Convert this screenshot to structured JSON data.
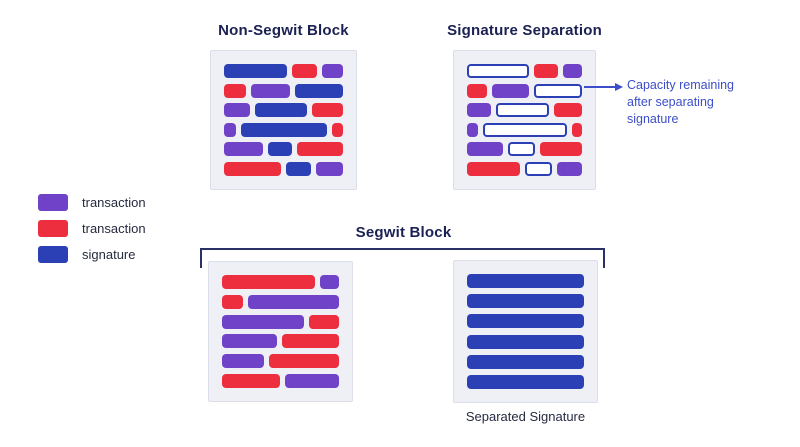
{
  "palette": {
    "purple": "#7042C8",
    "red": "#ED2E3F",
    "blue": "#2C40B6",
    "box_bg": "#EEF0F6",
    "box_border": "#DCDEEA",
    "title_navy": "#1B2153",
    "text_dark": "#262B40",
    "annotation_blue": "#3C4EC9",
    "bracket": "#2A3166"
  },
  "legend": {
    "items": [
      {
        "label": "transaction",
        "color": "purple"
      },
      {
        "label": "transaction",
        "color": "red"
      },
      {
        "label": "signature",
        "color": "blue"
      }
    ]
  },
  "diagrams": {
    "non_segwit": {
      "title": "Non-Segwit Block",
      "rows": [
        [
          {
            "c": "blue",
            "f": 3.0
          },
          {
            "c": "red",
            "f": 1.2
          },
          {
            "c": "purple",
            "f": 1.0
          }
        ],
        [
          {
            "c": "red",
            "f": 1.0
          },
          {
            "c": "purple",
            "f": 1.8
          },
          {
            "c": "blue",
            "f": 2.2
          }
        ],
        [
          {
            "c": "purple",
            "f": 1.2
          },
          {
            "c": "blue",
            "f": 2.4
          },
          {
            "c": "red",
            "f": 1.4
          }
        ],
        [
          {
            "c": "purple",
            "f": 0.55
          },
          {
            "c": "blue",
            "f": 4.0
          },
          {
            "c": "red",
            "f": 0.5
          }
        ],
        [
          {
            "c": "purple",
            "f": 1.8
          },
          {
            "c": "blue",
            "f": 1.1
          },
          {
            "c": "red",
            "f": 2.1
          }
        ],
        [
          {
            "c": "red",
            "f": 2.6
          },
          {
            "c": "blue",
            "f": 1.15
          },
          {
            "c": "purple",
            "f": 1.25
          }
        ]
      ]
    },
    "signature_separation": {
      "title": "Signature Separation",
      "annotation": "Capacity remaining after separating signature",
      "annotation_lines": [
        "Capacity remaining",
        "after separating",
        "signature"
      ],
      "rows": [
        [
          {
            "c": "outline",
            "f": 3.0
          },
          {
            "c": "red",
            "f": 1.2
          },
          {
            "c": "purple",
            "f": 1.0
          }
        ],
        [
          {
            "c": "red",
            "f": 1.0
          },
          {
            "c": "purple",
            "f": 1.8
          },
          {
            "c": "outline",
            "f": 2.2
          }
        ],
        [
          {
            "c": "purple",
            "f": 1.2
          },
          {
            "c": "outline",
            "f": 2.4
          },
          {
            "c": "red",
            "f": 1.4
          }
        ],
        [
          {
            "c": "purple",
            "f": 0.55
          },
          {
            "c": "outline",
            "f": 4.0
          },
          {
            "c": "red",
            "f": 0.5
          }
        ],
        [
          {
            "c": "purple",
            "f": 1.8
          },
          {
            "c": "outline",
            "f": 1.1
          },
          {
            "c": "red",
            "f": 2.1
          }
        ],
        [
          {
            "c": "red",
            "f": 2.6
          },
          {
            "c": "outline",
            "f": 1.15
          },
          {
            "c": "purple",
            "f": 1.25
          }
        ]
      ]
    },
    "segwit": {
      "title": "Segwit Block",
      "transactions_rows": [
        [
          {
            "c": "red",
            "f": 4.0
          },
          {
            "c": "purple",
            "f": 0.8
          }
        ],
        [
          {
            "c": "red",
            "f": 0.9
          },
          {
            "c": "purple",
            "f": 4.0
          }
        ],
        [
          {
            "c": "purple",
            "f": 3.5
          },
          {
            "c": "red",
            "f": 1.3
          }
        ],
        [
          {
            "c": "purple",
            "f": 2.4
          },
          {
            "c": "red",
            "f": 2.5
          }
        ],
        [
          {
            "c": "purple",
            "f": 1.8
          },
          {
            "c": "red",
            "f": 3.0
          }
        ],
        [
          {
            "c": "red",
            "f": 2.5
          },
          {
            "c": "purple",
            "f": 2.3
          }
        ]
      ],
      "signature_rows": [
        [
          {
            "c": "blue",
            "f": 1
          }
        ],
        [
          {
            "c": "blue",
            "f": 1
          }
        ],
        [
          {
            "c": "blue",
            "f": 1
          }
        ],
        [
          {
            "c": "blue",
            "f": 1
          }
        ],
        [
          {
            "c": "blue",
            "f": 1
          }
        ],
        [
          {
            "c": "blue",
            "f": 1
          }
        ]
      ],
      "signature_label": "Separated Signature"
    }
  }
}
